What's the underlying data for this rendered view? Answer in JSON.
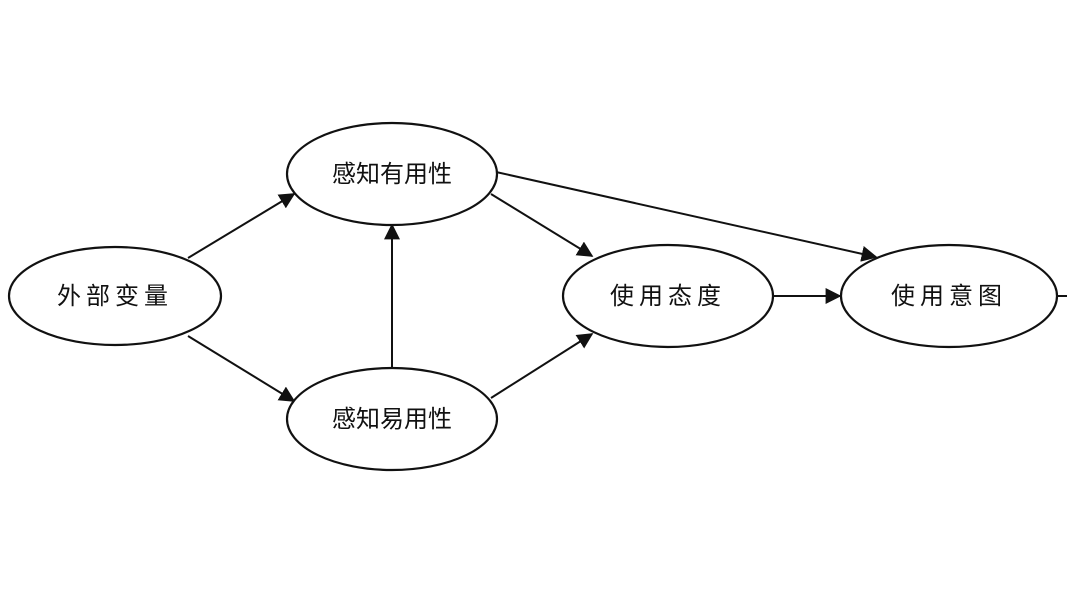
{
  "diagram": {
    "nodes": {
      "external_variables": "外部变量",
      "perceived_usefulness": "感知有用性",
      "perceived_ease_of_use": "感知易用性",
      "attitude": "使用态度",
      "intention": "使用意图"
    }
  }
}
